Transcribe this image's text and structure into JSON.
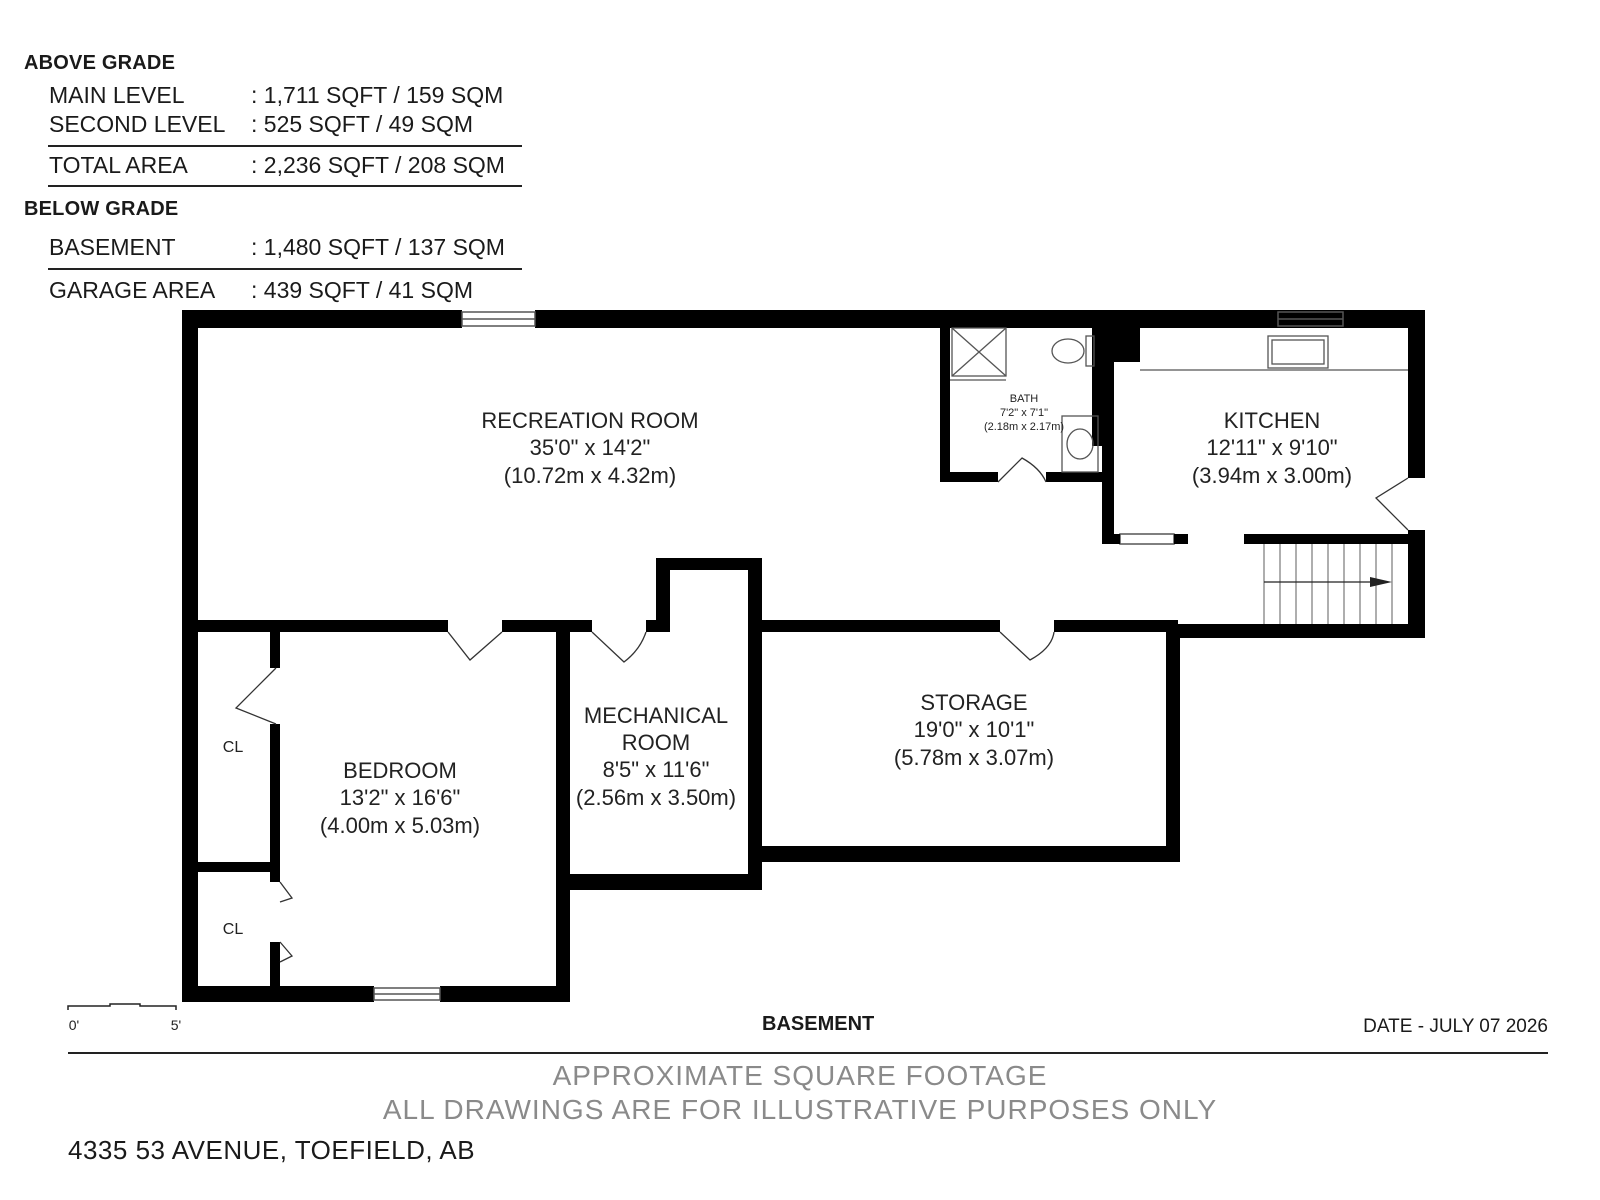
{
  "area_summary": {
    "above_grade_heading": "ABOVE GRADE",
    "main_level_label": "MAIN LEVEL",
    "main_level_value": ": 1,711 SQFT / 159 SQM",
    "second_level_label": "SECOND LEVEL",
    "second_level_value": ": 525 SQFT / 49 SQM",
    "total_label": "TOTAL AREA",
    "total_value": ": 2,236 SQFT / 208 SQM",
    "below_grade_heading": "BELOW GRADE",
    "basement_label": "BASEMENT",
    "basement_value": ": 1,480 SQFT / 137 SQM",
    "garage_label": "GARAGE AREA",
    "garage_value": ": 439 SQFT / 41 SQM"
  },
  "rooms": {
    "recreation": {
      "name": "RECREATION ROOM",
      "imperial": "35'0\" x 14'2\"",
      "metric": "(10.72m x 4.32m)"
    },
    "bath": {
      "name": "BATH",
      "imperial": "7'2\" x 7'1\"",
      "metric": "(2.18m x 2.17m)"
    },
    "kitchen": {
      "name": "KITCHEN",
      "imperial": "12'11\" x 9'10\"",
      "metric": "(3.94m x 3.00m)"
    },
    "mechanical": {
      "name_line1": "MECHANICAL",
      "name_line2": "ROOM",
      "imperial": "8'5\" x 11'6\"",
      "metric": "(2.56m x 3.50m)"
    },
    "storage": {
      "name": "STORAGE",
      "imperial": "19'0\" x 10'1\"",
      "metric": "(5.78m x 3.07m)"
    },
    "bedroom": {
      "name": "BEDROOM",
      "imperial": "13'2\" x 16'6\"",
      "metric": "(4.00m x 5.03m)"
    },
    "closet_upper": "CL",
    "closet_lower": "CL"
  },
  "scale": {
    "start": "0'",
    "end": "5'"
  },
  "floor_label": "BASEMENT",
  "date": "DATE - JULY 07 2026",
  "disclaimer_line1": "APPROXIMATE SQUARE FOOTAGE",
  "disclaimer_line2": "ALL DRAWINGS ARE FOR ILLUSTRATIVE PURPOSES ONLY",
  "address": "4335 53 AVENUE, TOEFIELD, AB",
  "colors": {
    "wall": "#000000",
    "text": "#1a1a1a",
    "disclaimer": "#8a8a8a"
  }
}
